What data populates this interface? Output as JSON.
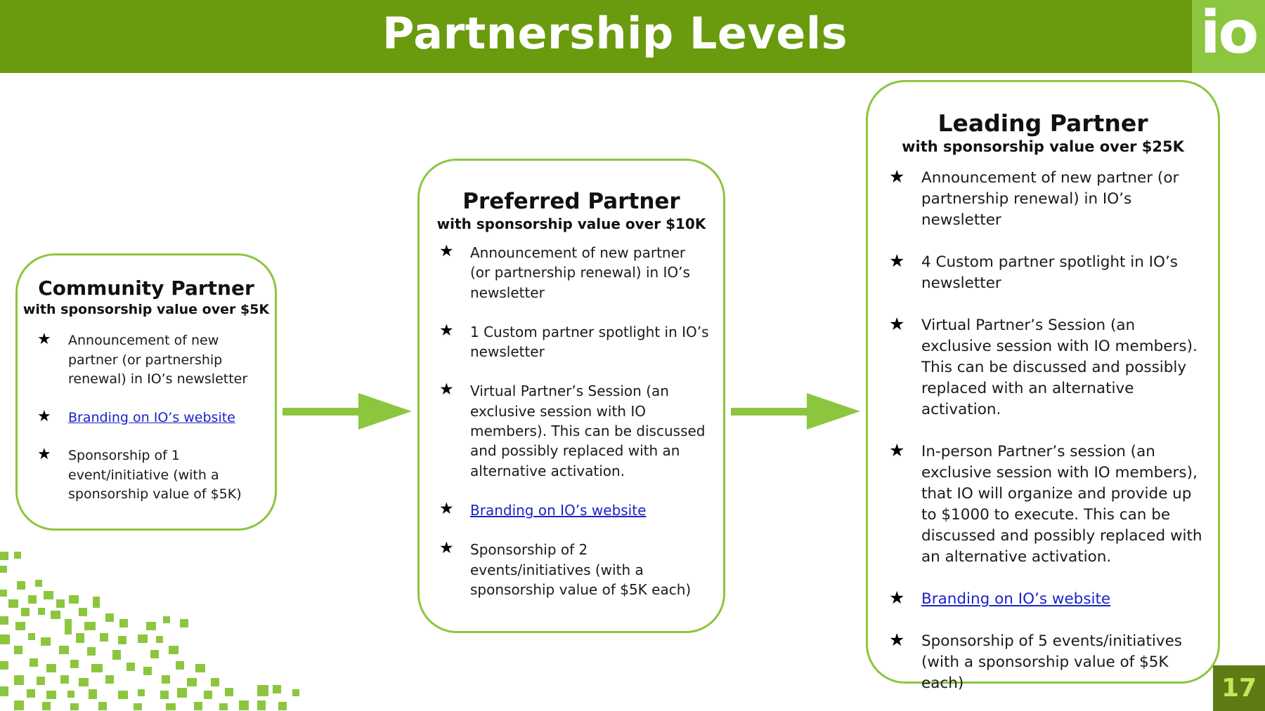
{
  "header": {
    "title": "Partnership Levels",
    "logo_text": "io"
  },
  "colors": {
    "header_bg": "#6a9a0e",
    "accent": "#8cc63f",
    "link": "#1a23c8",
    "page_num_bg": "#5d7c14"
  },
  "bullet_icon": "star-icon",
  "cards": [
    {
      "title": "Community Partner",
      "subtitle": "with sponsorship value over $5K",
      "items": [
        {
          "text": "Announcement of new partner (or partnership renewal) in IO’s newsletter",
          "link": false
        },
        {
          "text": "Branding on IO’s website",
          "link": true
        },
        {
          "text": "Sponsorship of 1 event/initiative (with a sponsorship value of $5K)",
          "link": false
        }
      ]
    },
    {
      "title": "Preferred Partner",
      "subtitle": "with sponsorship value over $10K",
      "items": [
        {
          "text": "Announcement of new partner (or partnership renewal) in IO’s newsletter",
          "link": false
        },
        {
          "text": "1 Custom partner spotlight in IO’s newsletter",
          "link": false
        },
        {
          "text": "Virtual Partner’s Session (an exclusive session with IO members). This can be discussed and possibly replaced with an alternative activation.",
          "link": false
        },
        {
          "text": "Branding on IO’s website",
          "link": true
        },
        {
          "text": "Sponsorship of 2 events/initiatives (with a sponsorship value of $5K each)",
          "link": false
        }
      ]
    },
    {
      "title": "Leading Partner",
      "subtitle": "with sponsorship value over $25K",
      "items": [
        {
          "text": "Announcement of new partner (or partnership renewal) in IO’s newsletter",
          "link": false
        },
        {
          "text": "4 Custom partner spotlight in IO’s newsletter",
          "link": false
        },
        {
          "text": "Virtual Partner’s Session (an exclusive session with IO members). This can be discussed and possibly replaced with an alternative activation.",
          "link": false
        },
        {
          "text": "In-person Partner’s session (an exclusive session with IO members), that IO will organize and provide up to $1000 to execute. This can be discussed and possibly replaced with an alternative activation.",
          "link": false
        },
        {
          "text": "Branding on IO’s website",
          "link": true
        },
        {
          "text": "Sponsorship of 5 events/initiatives (with a sponsorship value of $5K each)",
          "link": false
        }
      ]
    }
  ],
  "page_number": "17"
}
